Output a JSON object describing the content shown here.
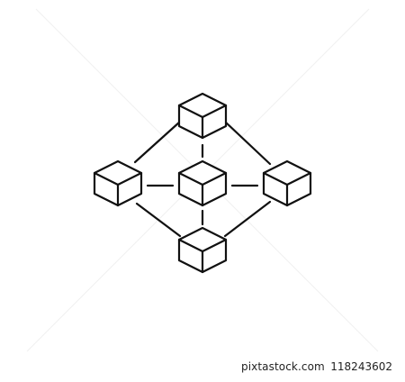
{
  "diagram": {
    "nodes": [
      {
        "id": "node-top"
      },
      {
        "id": "node-left"
      },
      {
        "id": "node-center"
      },
      {
        "id": "node-right"
      },
      {
        "id": "node-bottom"
      }
    ],
    "edges": [
      {
        "from": "node-top",
        "to": "node-left"
      },
      {
        "from": "node-top",
        "to": "node-right"
      },
      {
        "from": "node-bottom",
        "to": "node-left"
      },
      {
        "from": "node-bottom",
        "to": "node-right"
      },
      {
        "from": "node-center",
        "to": "node-top"
      },
      {
        "from": "node-center",
        "to": "node-bottom"
      },
      {
        "from": "node-center",
        "to": "node-left"
      },
      {
        "from": "node-center",
        "to": "node-right"
      }
    ]
  },
  "footer": {
    "brand": "pixtastock.com",
    "image_number": "118243602"
  },
  "colors": {
    "stroke": "#111111",
    "background": "#ffffff"
  }
}
